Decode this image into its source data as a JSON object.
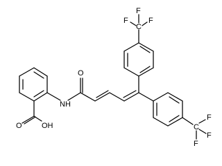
{
  "structure": {
    "atom_labels": {
      "nh": "N",
      "nh_h": "H",
      "oxygen_amide": "O",
      "oxygen_carbonyl": "O",
      "hydroxyl": "OH",
      "cf3_top_c": "C",
      "cf3_top_f1": "F",
      "cf3_top_f2": "F",
      "cf3_top_f3": "F",
      "cf3_bottom_c": "C",
      "cf3_bottom_f1": "F",
      "cf3_bottom_f2": "F",
      "cf3_bottom_f3": "F"
    },
    "bond_color": "#000000",
    "background": "#ffffff"
  }
}
